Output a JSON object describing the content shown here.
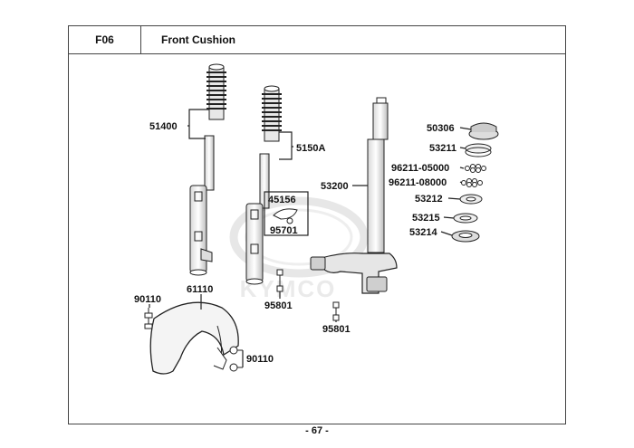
{
  "header": {
    "code": "F06",
    "title": "Front Cushion"
  },
  "watermark": {
    "text": "KYMCO"
  },
  "labels": {
    "p51400": "51400",
    "p5150a": "5150A",
    "p53200": "53200",
    "p45156": "45156",
    "p95701": "95701",
    "p95801a": "95801",
    "p95801b": "95801",
    "p90110a": "90110",
    "p61110": "61110",
    "p90110b": "90110",
    "p50306": "50306",
    "p53211": "53211",
    "p96211a": "96211-05000",
    "p96211b": "96211-08000",
    "p53212": "53212",
    "p53215": "53215",
    "p53214": "53214"
  },
  "footer": {
    "page_number": "- 67 -"
  }
}
